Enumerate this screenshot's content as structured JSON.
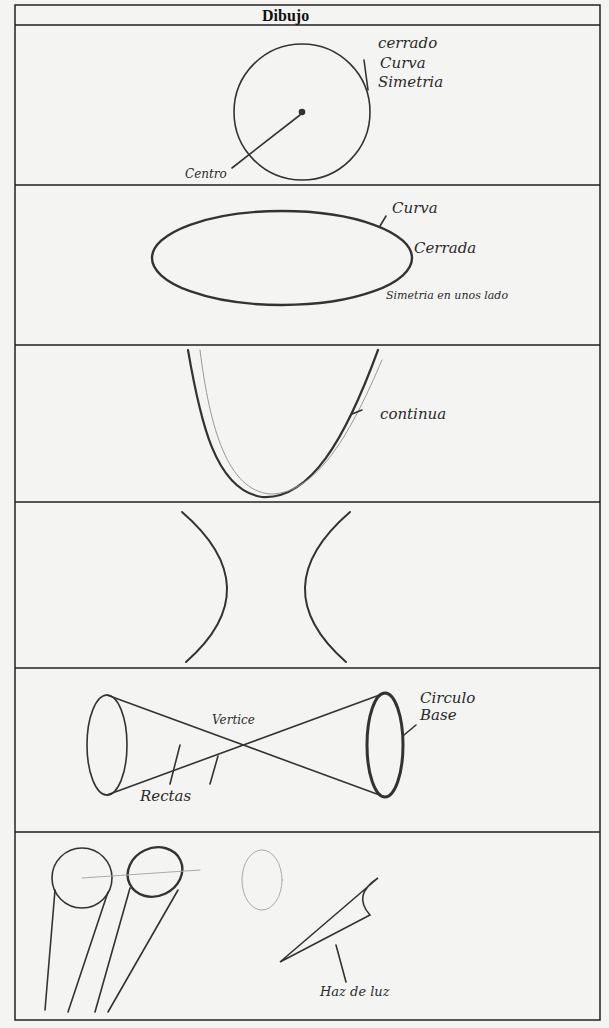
{
  "diagram": {
    "labels": [
      "Dibujo",
      "cerrado",
      "Curva",
      "Simetria",
      "Centro",
      "Curva",
      "Cerrada",
      "Simetria en unos lado",
      "continua",
      "Vertice",
      "Rectas",
      "Circulo Base",
      "Haz de luz"
    ]
  }
}
